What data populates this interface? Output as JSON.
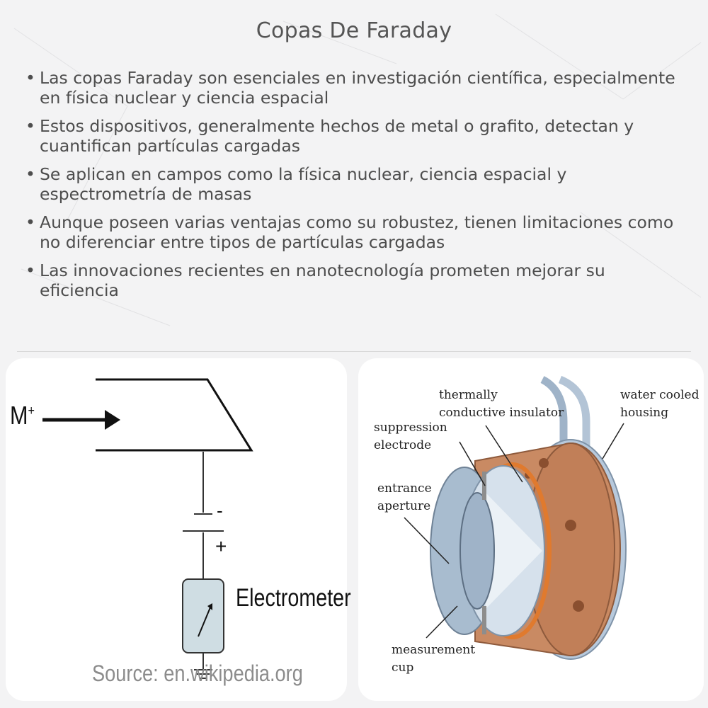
{
  "title": "Copas De Faraday",
  "bullets": [
    "Las copas Faraday son esenciales en investigación científica, especialmente en física nuclear y ciencia espacial",
    "Estos dispositivos, generalmente hechos de metal o grafito, detectan y cuantifican partículas cargadas",
    "Se aplican en campos como la física nuclear, ciencia espacial y espectrometría de masas",
    "Aunque poseen varias ventajas como su robustez, tienen limitaciones como no diferenciar entre tipos de partículas cargadas",
    "Las innovaciones recientes en nanotecnología prometen mejorar su eficiencia"
  ],
  "left_diagram": {
    "ion_label": "M",
    "ion_charge": "+",
    "battery_minus": "-",
    "battery_plus": "+",
    "meter_label": "Electrometer",
    "source": "Source: en.wikipedia.org"
  },
  "right_diagram": {
    "thermal_line1": "thermally",
    "thermal_line2": "conductive insulator",
    "water_line1": "water cooled",
    "water_line2": "housing",
    "suppression_line1": "suppression",
    "suppression_line2": "electrode",
    "entrance_line1": "entrance",
    "entrance_line2": "aperture",
    "measurement_line1": "measurement",
    "measurement_line2": "cup"
  },
  "colors": {
    "background": "#f3f3f4",
    "copper": "#c98a63",
    "steel_blue": "#b7c9dc",
    "meter_fill": "#cfdde3"
  }
}
